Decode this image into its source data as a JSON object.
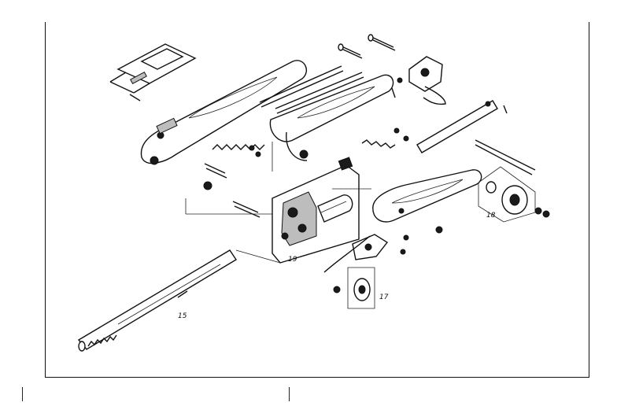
{
  "diagram": {
    "callouts": [
      {
        "id": "callout-15",
        "text": "15"
      },
      {
        "id": "callout-17",
        "text": "17"
      },
      {
        "id": "callout-18",
        "text": "18"
      },
      {
        "id": "callout-19",
        "text": "19"
      }
    ]
  },
  "colors": {
    "ink": "#111111",
    "paper": "#ffffff"
  }
}
